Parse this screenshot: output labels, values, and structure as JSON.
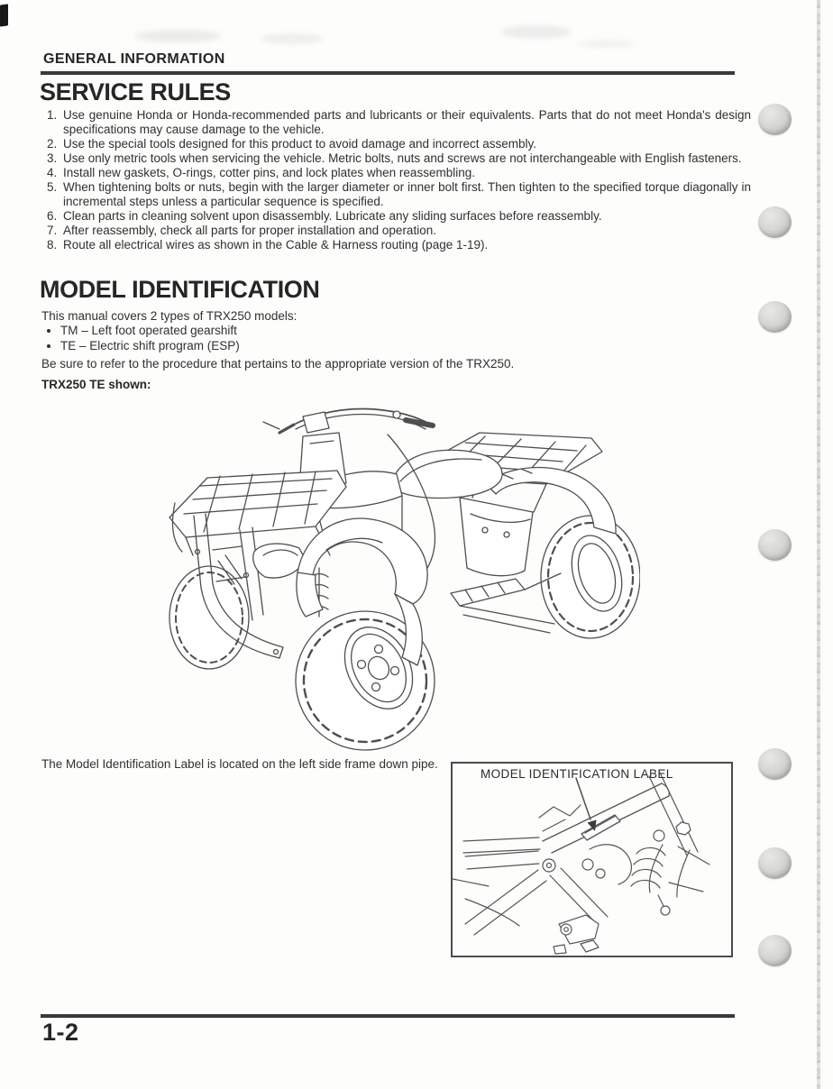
{
  "document": {
    "section_header": "GENERAL INFORMATION",
    "service_rules": {
      "heading": "SERVICE RULES",
      "items": [
        "Use genuine Honda or Honda-recommended parts and lubricants or their equivalents. Parts that do not meet Honda's design specifications may cause damage to the vehicle.",
        "Use the special tools designed for this product to avoid damage and incorrect assembly.",
        "Use only metric tools when servicing the vehicle. Metric bolts, nuts and screws are not interchangeable with English fasteners.",
        "Install new gaskets, O-rings, cotter pins, and lock plates when reassembling.",
        "When tightening bolts or nuts, begin with the larger diameter or inner bolt first. Then tighten to the specified torque diagonally in incremental steps unless a particular sequence is specified.",
        "Clean parts in cleaning solvent upon disassembly. Lubricate any sliding surfaces before reassembly.",
        "After reassembly, check all parts for proper installation and operation.",
        "Route all electrical wires as shown in the Cable & Harness routing (page 1-19)."
      ]
    },
    "model_identification": {
      "heading": "MODEL IDENTIFICATION",
      "intro": "This manual covers 2 types of TRX250 models:",
      "models": [
        "TM – Left foot operated gearshift",
        "TE – Electric shift program (ESP)"
      ],
      "note": "Be sure to refer to the procedure that pertains to the appropriate version of the TRX250.",
      "figure_caption": "TRX250 TE shown:",
      "label_location_text": "The Model Identification Label is located on the left side frame down pipe.",
      "label_box_title": "MODEL IDENTIFICATION LABEL"
    },
    "footer": {
      "page_number": "1-2"
    },
    "illustrations": {
      "main": "trx250-te-atv-line-drawing",
      "detail": "model-identification-label-location-on-frame-down-pipe"
    },
    "colors": {
      "ink": "#2e2e2e",
      "rule": "#3a3a3a",
      "binder_hole": "#d3d3d0",
      "paper": "#fdfdfc"
    }
  }
}
